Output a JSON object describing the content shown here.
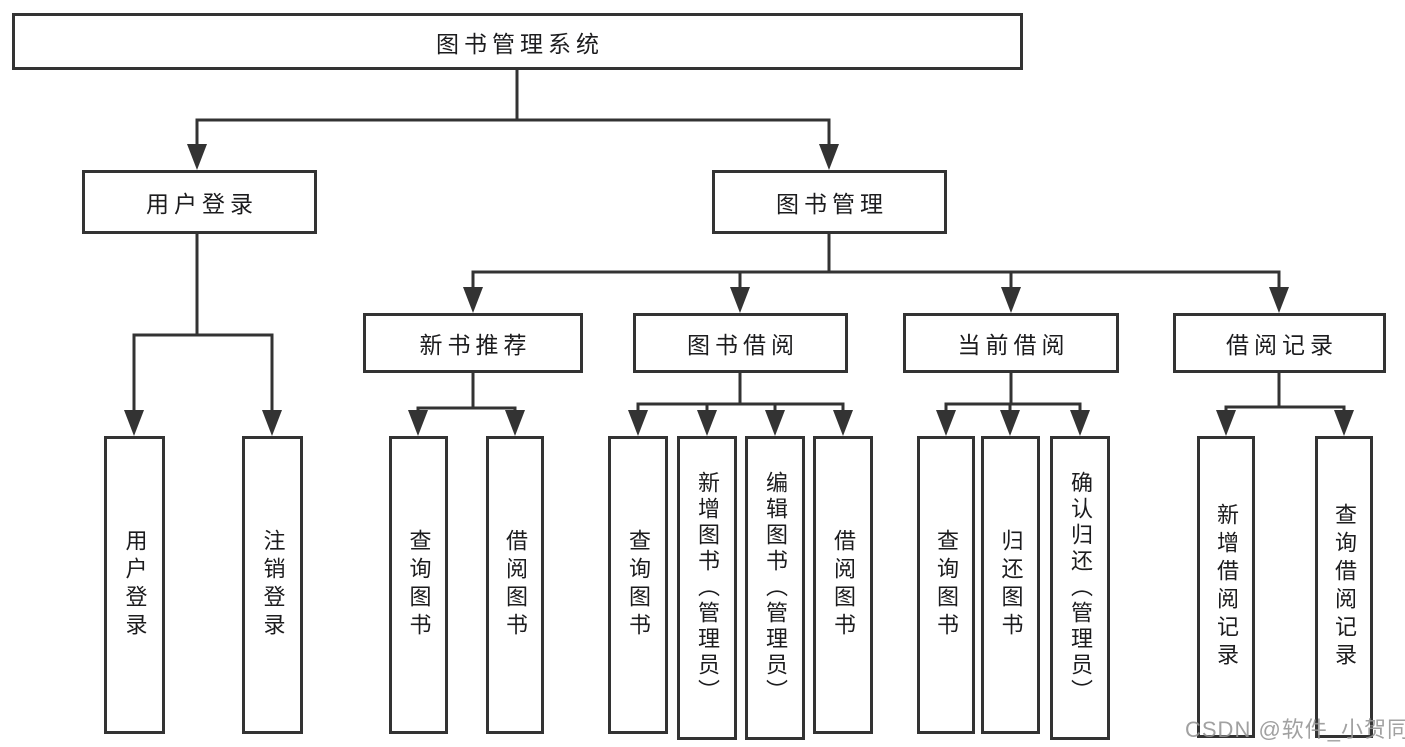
{
  "tree": {
    "label": "图书管理系统",
    "children": [
      {
        "label": "用户登录",
        "children": [
          {
            "label": "用户登录"
          },
          {
            "label": "注销登录"
          }
        ]
      },
      {
        "label": "图书管理",
        "children": [
          {
            "label": "新书推荐",
            "children": [
              {
                "label": "查询图书"
              },
              {
                "label": "借阅图书"
              }
            ]
          },
          {
            "label": "图书借阅",
            "children": [
              {
                "label": "查询图书"
              },
              {
                "label": "新增图书（管理员）"
              },
              {
                "label": "编辑图书（管理员）"
              },
              {
                "label": "借阅图书"
              }
            ]
          },
          {
            "label": "当前借阅",
            "children": [
              {
                "label": "查询图书"
              },
              {
                "label": "归还图书"
              },
              {
                "label": "确认归还（管理员）"
              }
            ]
          },
          {
            "label": "借阅记录",
            "children": [
              {
                "label": "新增借阅记录"
              },
              {
                "label": "查询借阅记录"
              }
            ]
          }
        ]
      }
    ]
  },
  "watermark": "CSDN @软件_小贺同学",
  "colors": {
    "line": "#333333",
    "box_border": "#333333",
    "text": "#1c1c1e",
    "watermark": "#949494",
    "background": "#ffffff"
  }
}
